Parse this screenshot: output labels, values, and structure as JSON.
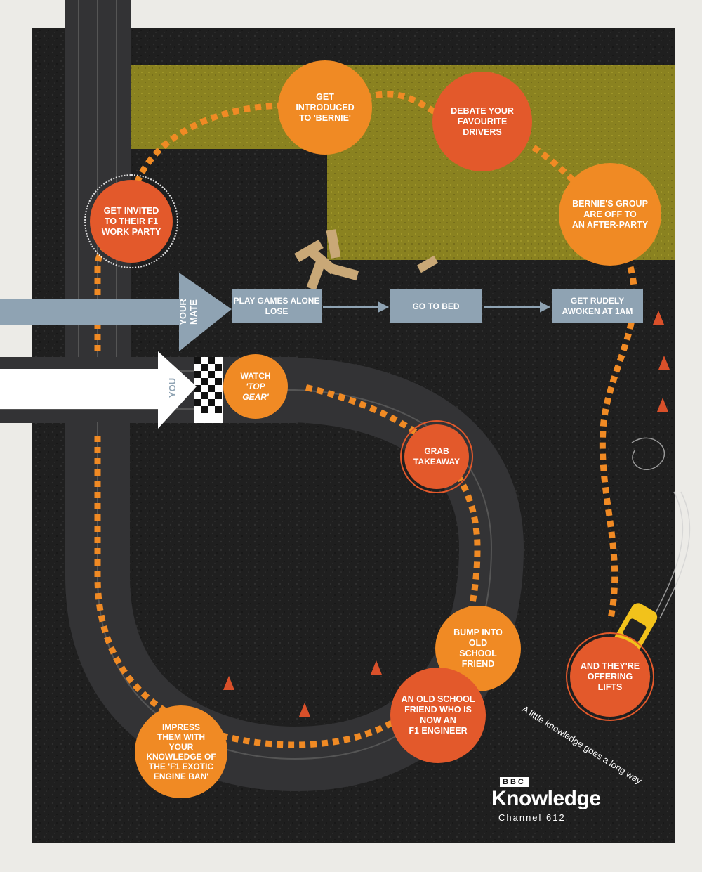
{
  "arrows": {
    "your_mate": "YOUR\nMATE",
    "you": "YOU"
  },
  "steps": {
    "invited": [
      "GET INVITED",
      "TO THEIR F1",
      "WORK PARTY"
    ],
    "introduced": [
      "GET INTRODUCED",
      "TO 'BERNIE'"
    ],
    "debate": [
      "DEBATE YOUR",
      "FAVOURITE DRIVERS"
    ],
    "after_party": [
      "BERNIE'S GROUP",
      "ARE OFF TO",
      "AN AFTER-PARTY"
    ],
    "play_games": [
      "PLAY GAMES ALONE",
      "LOSE"
    ],
    "go_to_bed": [
      "GO TO BED"
    ],
    "awoken": [
      "GET RUDELY",
      "AWOKEN AT 1AM"
    ],
    "watch": [
      "WATCH",
      "'TOP GEAR'"
    ],
    "takeaway": [
      "GRAB",
      "TAKEAWAY"
    ],
    "bump": [
      "BUMP INTO OLD",
      "SCHOOL FRIEND"
    ],
    "engineer": [
      "AN OLD SCHOOL",
      "FRIEND WHO IS",
      "NOW AN",
      "F1 ENGINEER"
    ],
    "impress": [
      "IMPRESS",
      "THEM WITH YOUR",
      "KNOWLEDGE OF",
      "THE 'F1 EXOTIC",
      "ENGINE BAN'"
    ],
    "lifts": [
      "AND THEY'RE",
      "OFFERING LIFTS"
    ]
  },
  "tagline": "A little knowledge goes a long way",
  "brand": {
    "bbc": "BBC",
    "name": "Knowledge",
    "channel": "Channel 612"
  },
  "colors": {
    "orange": "#f08a24",
    "orange_dark": "#e3592b",
    "asphalt": "#222222",
    "yellow_patch": "#8d8420",
    "blue_grey": "#8fa3b3",
    "track": "#3a3a3c"
  }
}
